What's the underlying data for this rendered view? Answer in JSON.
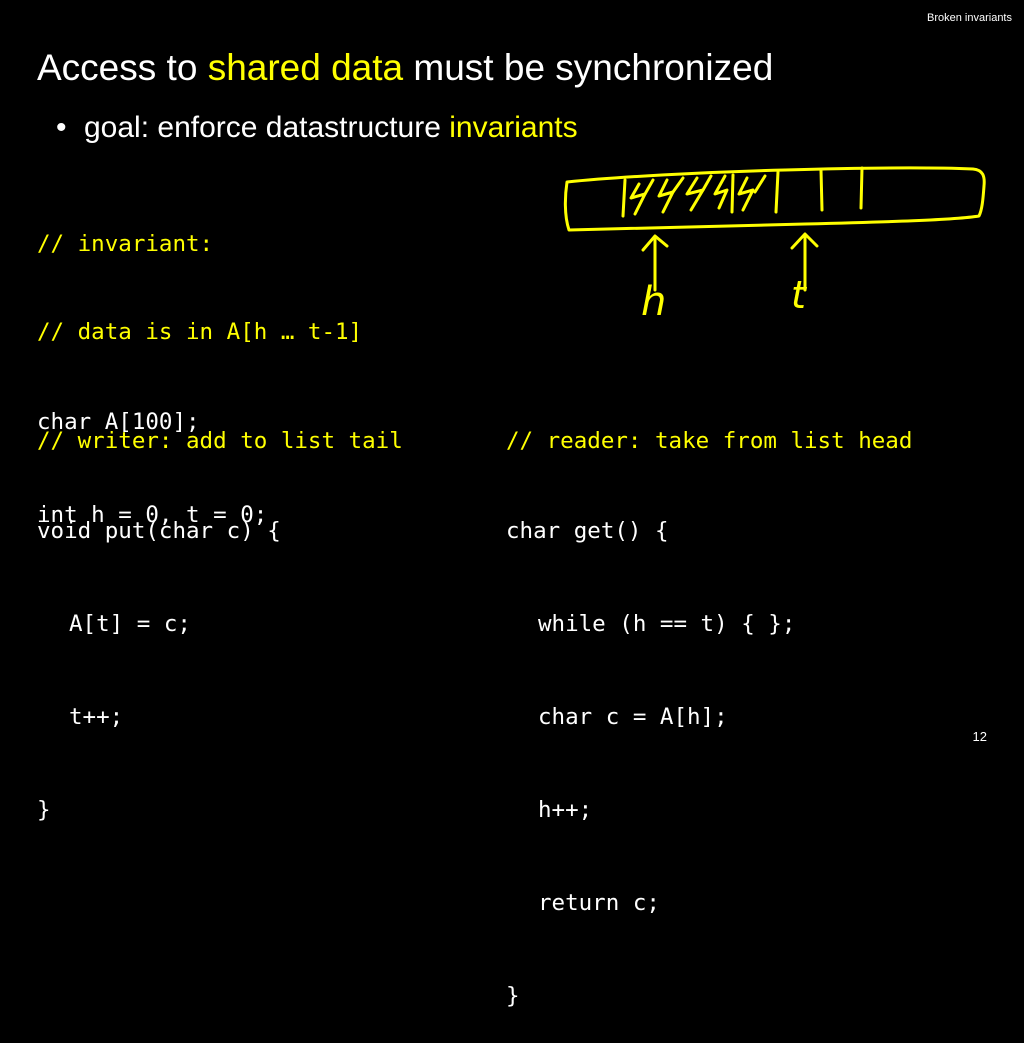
{
  "header": {
    "section_label": "Broken invariants"
  },
  "title": {
    "part1": "Access to ",
    "highlight": "shared data",
    "part2": " must be synchronized"
  },
  "bullet": {
    "symbol": "•",
    "text": "goal: enforce datastructure ",
    "highlight": "invariants"
  },
  "code": {
    "invariant_comment_1": "// invariant:",
    "invariant_comment_2": "// data is in A[h … t-1]",
    "decl_array": "char A[100];",
    "decl_indices": "int h = 0, t = 0;",
    "writer": {
      "comment": "// writer: add to list tail",
      "lines": [
        "void put(char c) {",
        "A[t] = c;",
        "t++;",
        "}"
      ]
    },
    "reader": {
      "comment": "// reader: take from list head",
      "lines": [
        "char get() {",
        "while (h == t) { };",
        "char c = A[h];",
        "h++;",
        "return c;",
        "}"
      ]
    }
  },
  "diagram": {
    "head_label": "h",
    "tail_label": "t"
  },
  "colors": {
    "background": "#000000",
    "text": "#ffffff",
    "highlight": "#ffff00"
  },
  "footer": {
    "page_number": "12"
  }
}
